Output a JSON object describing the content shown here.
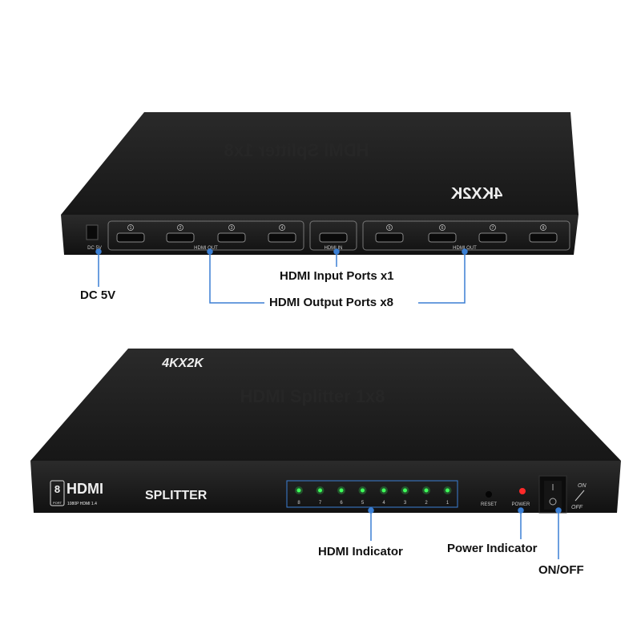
{
  "rear_panel": {
    "embossed_title": "HDMI Splitter 1x8",
    "badge": "4KX2K",
    "dc_label": "DC 5V",
    "out_group_label": "HDMI OUT",
    "in_label": "HDMI IN",
    "port_numbers": [
      "1",
      "2",
      "3",
      "4",
      "5",
      "6",
      "7",
      "8"
    ]
  },
  "front_panel": {
    "badge": "4KX2K",
    "embossed_title": "HDMI Splitter 1x8",
    "logo": {
      "count": "8",
      "port": "PORT",
      "brand": "HDMI",
      "spec": "1080P HDMI 1.4"
    },
    "splitter_label": "SPLITTER",
    "led_numbers": [
      "8",
      "7",
      "6",
      "5",
      "4",
      "3",
      "2",
      "1"
    ],
    "reset_label": "RESET",
    "power_label": "POWER",
    "switch_on": "ON",
    "switch_off": "OFF"
  },
  "callouts": {
    "dc": "DC 5V",
    "input": "HDMI Input Ports x1",
    "output": "HDMI Output Ports x8",
    "hdmi_indicator": "HDMI Indicator",
    "power_indicator": "Power Indicator",
    "onoff": "ON/OFF"
  },
  "colors": {
    "body": "#1e1e1e",
    "callout_line": "#3b7fd4",
    "led_green": "#3dff5a",
    "led_red": "#ff2a2a"
  }
}
